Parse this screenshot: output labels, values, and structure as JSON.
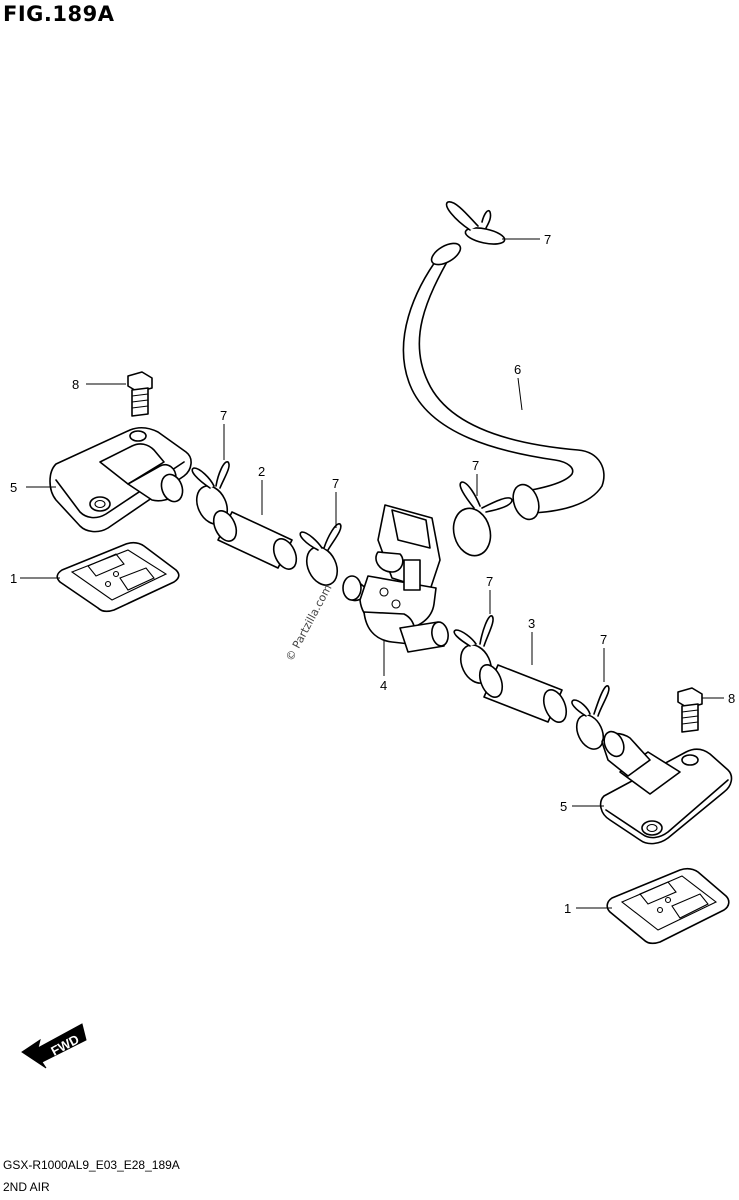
{
  "figure": {
    "title": "FIG.189A",
    "code": "GSX-R1000AL9_E03_E28_189A",
    "name": "2ND AIR"
  },
  "fwd_label": "FWD",
  "watermark": "© Partzilla.com",
  "callouts": [
    {
      "id": "cover-left",
      "label": "5"
    },
    {
      "id": "reed-left",
      "label": "1"
    },
    {
      "id": "bolt-left",
      "label": "8"
    },
    {
      "id": "clamp-a",
      "label": "7"
    },
    {
      "id": "hose-2",
      "label": "2"
    },
    {
      "id": "clamp-b",
      "label": "7"
    },
    {
      "id": "clamp-top",
      "label": "7"
    },
    {
      "id": "hose-6",
      "label": "6"
    },
    {
      "id": "clamp-c",
      "label": "7"
    },
    {
      "id": "valve-4",
      "label": "4"
    },
    {
      "id": "clamp-d",
      "label": "7"
    },
    {
      "id": "hose-3",
      "label": "3"
    },
    {
      "id": "clamp-e",
      "label": "7"
    },
    {
      "id": "bolt-right",
      "label": "8"
    },
    {
      "id": "cover-right",
      "label": "5"
    },
    {
      "id": "reed-right",
      "label": "1"
    }
  ]
}
